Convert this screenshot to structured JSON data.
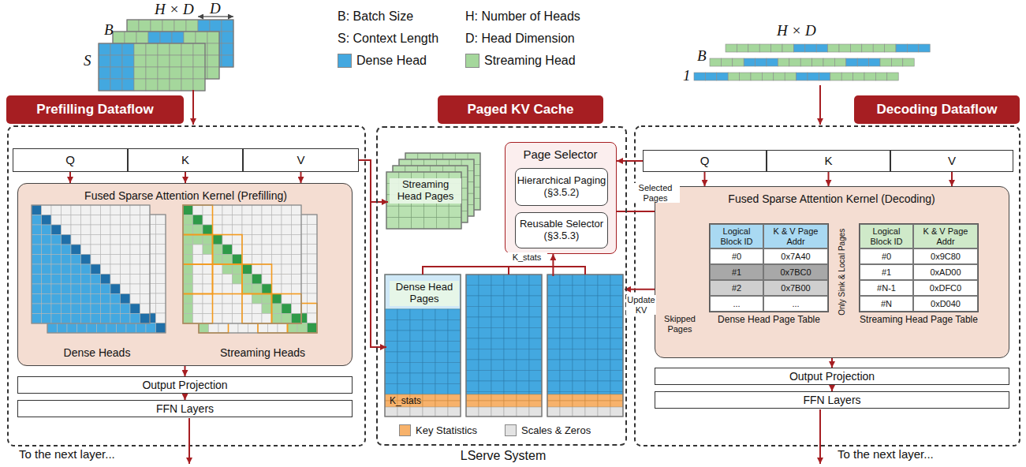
{
  "diagram": {
    "nodes": [
      {
        "text": [
          "Prefilling Dataflow"
        ]
      },
      {
        "text": [
          "Paged KV Cache"
        ]
      },
      {
        "text": [
          "Decoding Dataflow"
        ]
      },
      {
        "text": [
          "Q"
        ]
      },
      {
        "text": [
          "K"
        ]
      },
      {
        "text": [
          "V"
        ]
      },
      {
        "text": [
          "Fused Sparse Attention Kernel (Prefilling)",
          "Dense Heads",
          "Streaming Heads"
        ]
      },
      {
        "text": [
          "Output Projection"
        ]
      },
      {
        "text": [
          "FFN Layers"
        ]
      },
      {
        "text": [
          "LServe System"
        ]
      },
      {
        "text": [
          "Streaming Head Pages"
        ],
        "in": 9
      },
      {
        "text": [
          "Page Selector"
        ],
        "in": 9
      },
      {
        "text": [
          "Hierarchical Paging (§3.5.2)"
        ],
        "in": 11
      },
      {
        "text": [
          "Reusable Selector (§3.5.3)"
        ],
        "in": 11
      },
      {
        "text": [
          "Dense Head Pages",
          "K_stats"
        ],
        "in": 9
      },
      {
        "text": [
          "Q"
        ]
      },
      {
        "text": [
          "K"
        ]
      },
      {
        "text": [
          "V"
        ]
      },
      {
        "text": [
          "Fused Sparse Attention Kernel (Decoding)"
        ]
      },
      {
        "text": [
          "Logical Block ID",
          "K & V Page Addr",
          "#0",
          "0x7A40",
          "#1",
          "0x7BC0",
          "#2",
          "0x7B00",
          "...",
          "...",
          "Dense Head Page Table"
        ],
        "in": 18
      },
      {
        "text": [
          "Logical Block ID",
          "K & V Page Addr",
          "#0",
          "0x9C80",
          "#1",
          "0xAD00",
          "#N-1",
          "0xDFC0",
          "#N",
          "0xD040",
          "Streaming Head Page Table"
        ],
        "in": 18
      },
      {
        "text": [
          "Output Projection"
        ]
      },
      {
        "text": [
          "FFN Layers"
        ]
      }
    ],
    "edges": [
      {
        "from": 3,
        "to": 6,
        "arrow": "to"
      },
      {
        "from": 4,
        "to": 6,
        "arrow": "to"
      },
      {
        "from": 5,
        "to": 6,
        "arrow": "to"
      },
      {
        "from": 6,
        "to": 7,
        "arrow": "to"
      },
      {
        "from": 7,
        "to": 8,
        "arrow": "to"
      },
      {
        "from": 5,
        "to": 10,
        "arrow": "to"
      },
      {
        "from": 5,
        "to": 14,
        "arrow": "to"
      },
      {
        "from": 14,
        "to": 11,
        "label": "K_stats",
        "arrow": "to"
      },
      {
        "from": 15,
        "to": 11,
        "arrow": "to"
      },
      {
        "from": 11,
        "to": 19,
        "label": "Selected Pages",
        "arrow": "to"
      },
      {
        "from": 18,
        "to": 14,
        "label": "Update KV",
        "arrow": "to"
      },
      {
        "from": 15,
        "to": 18,
        "arrow": "to"
      },
      {
        "from": 16,
        "to": 18,
        "arrow": "to"
      },
      {
        "from": 17,
        "to": 18,
        "arrow": "to"
      },
      {
        "from": 18,
        "to": 21,
        "arrow": "to"
      },
      {
        "from": 21,
        "to": 22,
        "arrow": "to"
      }
    ],
    "labels": [
      "B",
      "H × D",
      "D",
      "S",
      "H × D",
      "B",
      "1",
      "Skipped Pages",
      "Only Sink & Local Pages",
      "To the next layer...",
      "To the next layer..."
    ],
    "legend": [
      {
        "text": "B: Batch Size"
      },
      {
        "text": "H: Number of Heads"
      },
      {
        "text": "S: Context Length"
      },
      {
        "text": "D: Head Dimension"
      },
      {
        "text": "Dense Head",
        "color": "#43a8e0"
      },
      {
        "text": "Streaming Head",
        "color": "#a5d79c"
      },
      {
        "text": "Key Statistics",
        "color": "#f7b26b"
      },
      {
        "text": "Scales & Zeros",
        "color": "#e3e3e3"
      }
    ]
  }
}
